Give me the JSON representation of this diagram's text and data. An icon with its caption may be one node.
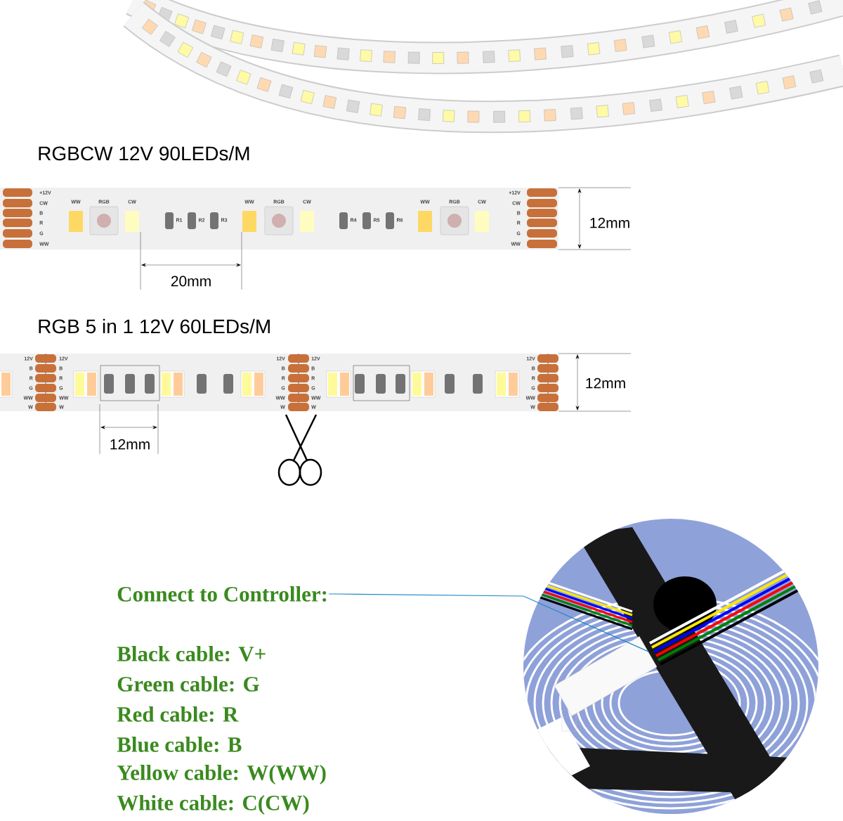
{
  "diagram": {
    "nodes": [
      {
        "text": [
          "Connect to Controller:"
        ]
      },
      {
        "text": [],
        "shape": "box"
      }
    ],
    "edges": [
      {
        "from": 0,
        "to": 1,
        "arrow": "none",
        "color": "#1e88c8"
      }
    ],
    "labels": [
      "RGBCW 12V 90LEDs/M",
      "+12V",
      "CW",
      "B",
      "R",
      "G",
      "WW",
      "WW",
      "RGB",
      "CW",
      "R1",
      "R2",
      "R3",
      "WW",
      "RGB",
      "CW",
      "R4",
      "R5",
      "R6",
      "WW",
      "RGB",
      "CW",
      "+12V",
      "CW",
      "B",
      "R",
      "G",
      "WW",
      "12mm",
      "20mm",
      "RGB 5 in 1 12V 60LEDs/M",
      "12V",
      "B",
      "R",
      "G",
      "WW",
      "W",
      "12V",
      "B",
      "R",
      "G",
      "WW",
      "W",
      "12V",
      "B",
      "R",
      "G",
      "WW",
      "W",
      "12V",
      "B",
      "R",
      "G",
      "WW",
      "W",
      "12V",
      "B",
      "R",
      "G",
      "WW",
      "W",
      "12mm",
      "12mm",
      "Black cable: V+",
      "Green cable: G",
      "Red cable: R",
      "Blue cable: B",
      "Yellow cable: W(WW)",
      "White cable: C(CW)"
    ]
  }
}
